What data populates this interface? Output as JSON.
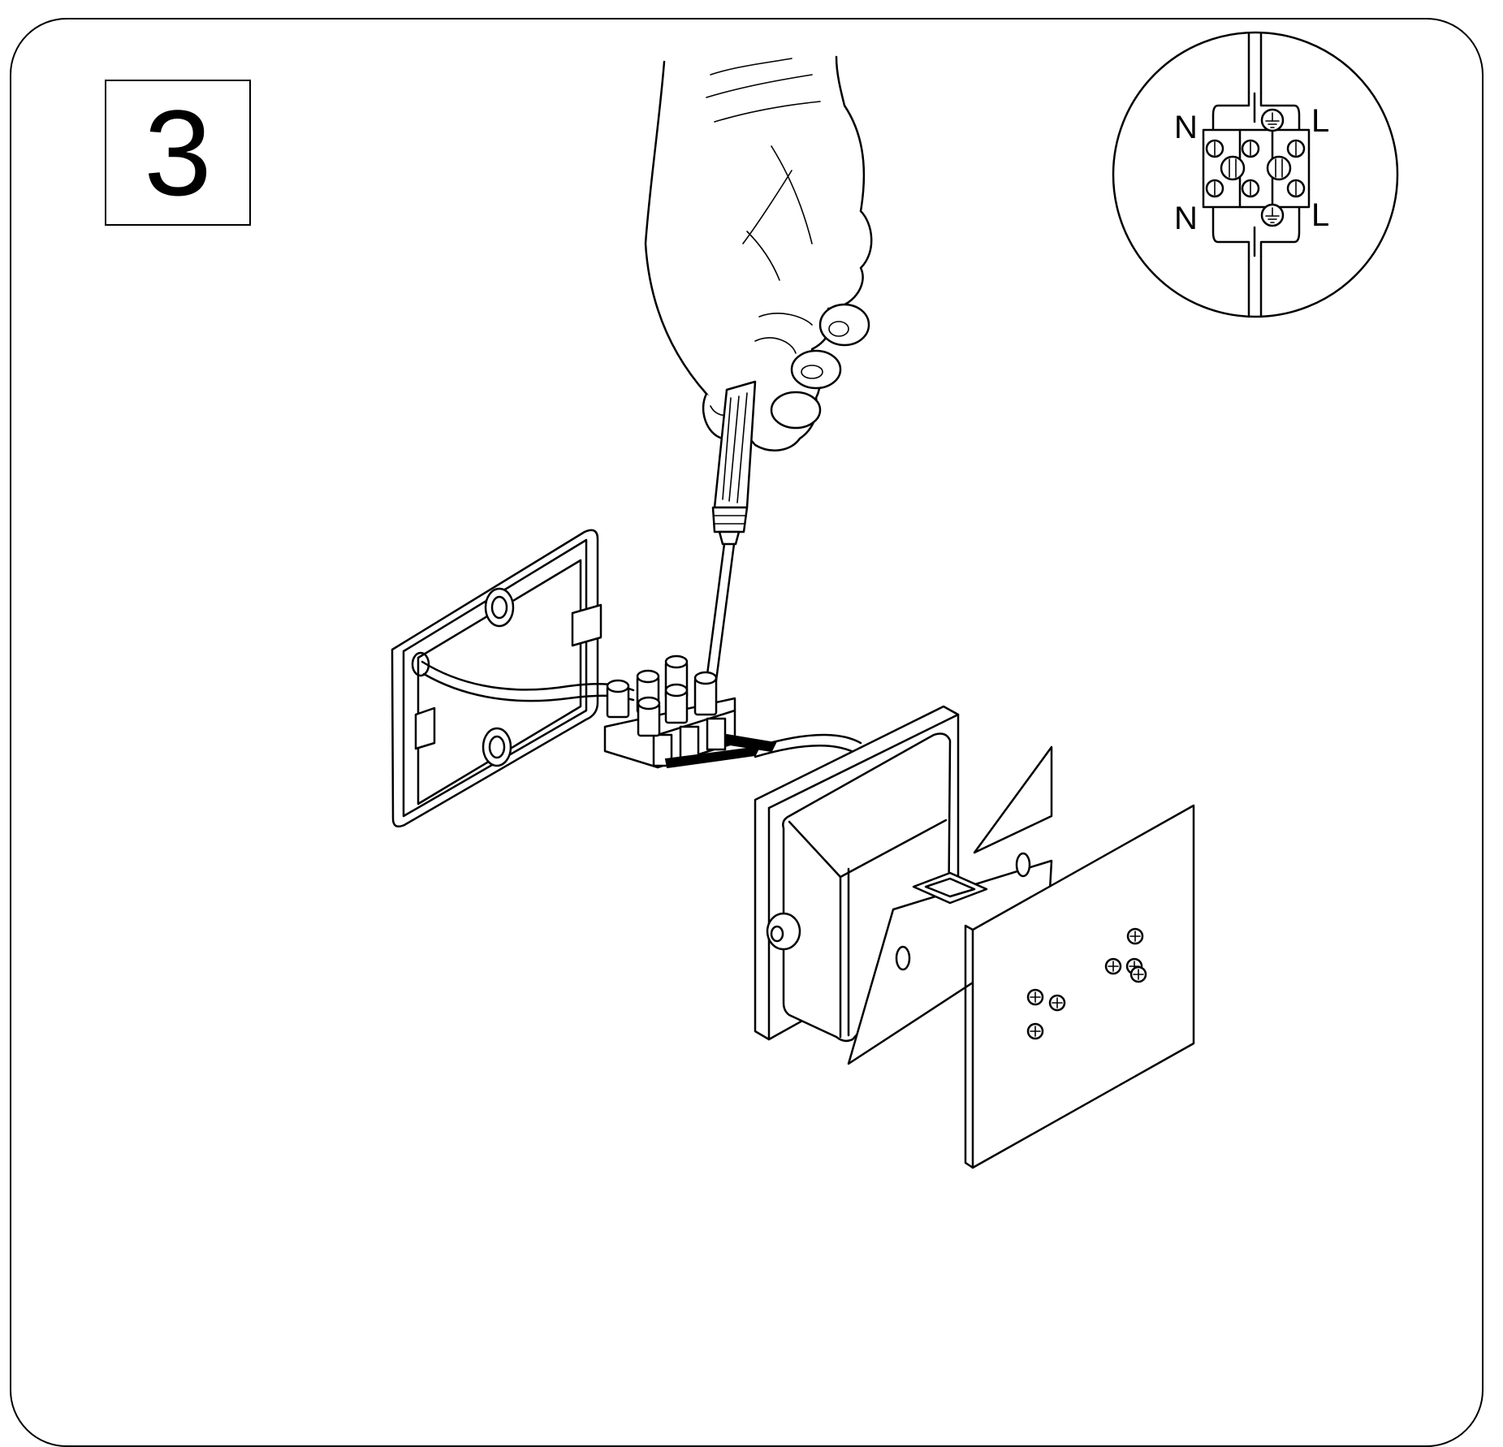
{
  "step": {
    "number": "3"
  },
  "wiring_inset": {
    "top_left_label": "N",
    "top_right_label": "L",
    "bottom_left_label": "N",
    "bottom_right_label": "L"
  }
}
